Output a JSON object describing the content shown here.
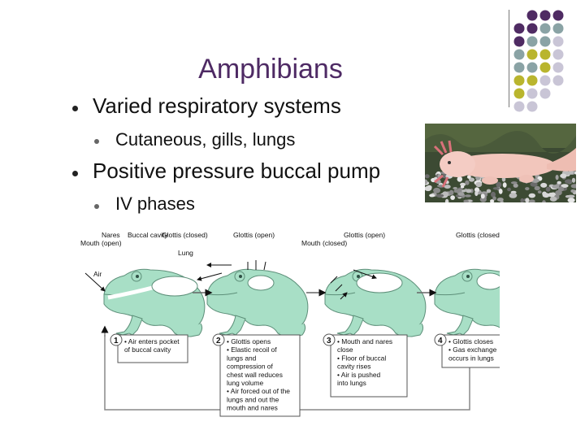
{
  "slide": {
    "title": "Amphibians",
    "bullets": [
      {
        "text": "Varied respiratory systems",
        "sub": [
          "Cutaneous, gills, lungs"
        ]
      },
      {
        "text": "Positive pressure buccal pump",
        "sub": [
          "IV phases"
        ]
      }
    ],
    "deco_colors": {
      "purple": "#4f2b63",
      "teal": "#8aa3a5",
      "olive": "#b9b52e",
      "lavender": "#c9c5d6"
    }
  },
  "diagram": {
    "labels": {
      "nares": "Nares",
      "buccal_cavity": "Buccal cavity",
      "mouth_open": "Mouth (open)",
      "lung": "Lung",
      "air": "Air",
      "glottis_closed_1": "Glottis (closed)",
      "glottis_open_2": "Glottis (open)",
      "mouth_closed": "Mouth (closed)",
      "glottis_open_3": "Glottis (open)",
      "glottis_closed_4": "Glottis (closed)"
    },
    "steps": [
      {
        "num": "1",
        "lines": [
          "• Air enters pocket",
          "  of buccal cavity"
        ]
      },
      {
        "num": "2",
        "lines": [
          "• Glottis opens",
          "• Elastic recoil of",
          "  lungs and",
          "  compression of",
          "  chest wall reduces",
          "  lung volume",
          "• Air forced out of the",
          "  lungs and out the",
          "  mouth and nares"
        ]
      },
      {
        "num": "3",
        "lines": [
          "• Mouth and nares",
          "  close",
          "• Floor of buccal",
          "  cavity rises",
          "• Air is pushed",
          "  into lungs"
        ]
      },
      {
        "num": "4",
        "lines": [
          "• Glottis closes",
          "• Gas exchange",
          "  occurs in lungs"
        ]
      }
    ],
    "frog_color": "#a8dfc6"
  }
}
